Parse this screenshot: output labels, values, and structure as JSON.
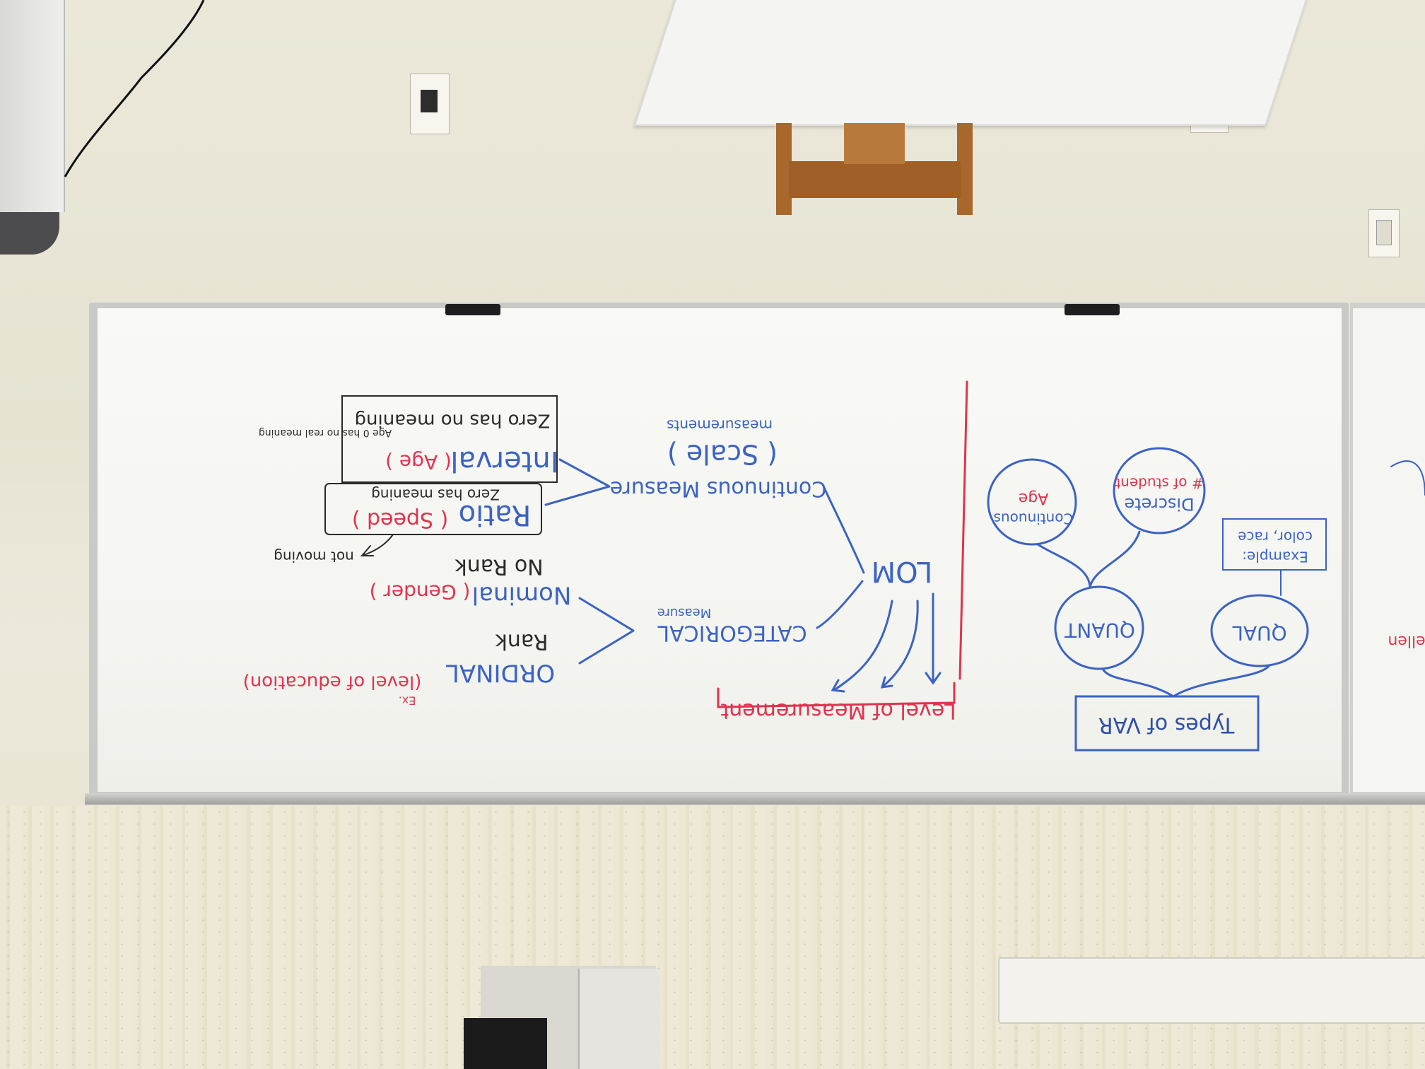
{
  "whiteboard": {
    "types_of_var": "Types of VAR",
    "qual": "QUAL",
    "quant": "QUANT",
    "discrete": "Discrete",
    "num_of_student": "# of student",
    "continuous": "Continuous",
    "age": "Age",
    "example": "Example:",
    "color_race": "color, race",
    "level_of_measurement": "Level of Measurement",
    "lom": "LOM",
    "categorical": "CATEGORICAL",
    "measure_small": "Measure",
    "continuous_measure": "Continuous Measure",
    "scale": "( Scale )",
    "measurements": "measurements",
    "ordinal": "ORDINAL",
    "level_of_education": "(level of education)",
    "ex": "Ex.",
    "rank": "Rank",
    "nominal": "Nominal",
    "gender": "( Gender )",
    "no_rank": "No Rank",
    "ratio": "Ratio",
    "speed": "( Speed )",
    "zero_has_meaning": "Zero has meaning",
    "not_moving": "not moving",
    "interval": "Interval",
    "age_paren": "( Age )",
    "zero_has_no_meaning": "Zero has no meaning",
    "age_zero_note": "Age 0 has no real meaning",
    "partial_ellen": "ellen"
  },
  "colors": {
    "blue_marker": "#3b63c4",
    "red_marker": "#e0334f",
    "black_marker": "#2a2a2a"
  }
}
